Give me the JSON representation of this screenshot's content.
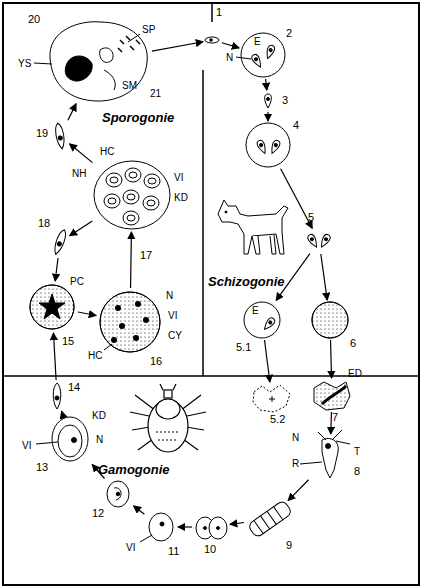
{
  "diagram": {
    "nodes": [
      {
        "text": [
          "1"
        ]
      },
      {
        "text": [
          "2",
          "N",
          "E"
        ]
      },
      {
        "text": [
          "3"
        ]
      },
      {
        "text": [
          "4"
        ]
      },
      {
        "text": [
          "5"
        ]
      },
      {
        "text": [
          "5.1",
          "E"
        ]
      },
      {
        "text": [
          "6"
        ]
      },
      {
        "text": [
          "5.2"
        ]
      },
      {
        "text": [
          "7",
          "ED"
        ]
      },
      {
        "text": [
          "8",
          "N",
          "T",
          "R"
        ]
      },
      {
        "text": [
          "9"
        ]
      },
      {
        "text": [
          "10"
        ]
      },
      {
        "text": [
          "11",
          "VI"
        ]
      },
      {
        "text": [
          "12"
        ]
      },
      {
        "text": [
          "13",
          "KD",
          "N",
          "VI"
        ]
      },
      {
        "text": [
          "14"
        ]
      },
      {
        "text": [
          "15",
          "PC"
        ]
      },
      {
        "text": [
          "16",
          "N",
          "VI",
          "CY",
          "HC"
        ]
      },
      {
        "text": [
          "17",
          "HC",
          "NH",
          "VI",
          "KD"
        ]
      },
      {
        "text": [
          "18"
        ]
      },
      {
        "text": [
          "19"
        ]
      },
      {
        "text": [
          "20",
          "YS",
          "SP",
          "NH",
          "SM",
          "21"
        ]
      }
    ],
    "edges": [
      {
        "from": 0,
        "to": 1,
        "arrow": "to"
      },
      {
        "from": 1,
        "to": 2,
        "arrow": "to"
      },
      {
        "from": 2,
        "to": 3,
        "arrow": "to"
      },
      {
        "from": 3,
        "to": 4,
        "arrow": "to"
      },
      {
        "from": 4,
        "to": 5,
        "arrow": "to"
      },
      {
        "from": 4,
        "to": 6,
        "arrow": "to"
      },
      {
        "from": 5,
        "to": 7,
        "arrow": "to"
      },
      {
        "from": 6,
        "to": 8,
        "arrow": "to"
      },
      {
        "from": 8,
        "to": 9,
        "arrow": "to"
      },
      {
        "from": 9,
        "to": 10,
        "arrow": "to"
      },
      {
        "from": 10,
        "to": 11,
        "arrow": "to"
      },
      {
        "from": 11,
        "to": 12,
        "arrow": "to"
      },
      {
        "from": 12,
        "to": 13,
        "arrow": "to"
      },
      {
        "from": 13,
        "to": 14,
        "arrow": "to"
      },
      {
        "from": 14,
        "to": 15,
        "arrow": "to"
      },
      {
        "from": 15,
        "to": 16,
        "arrow": "to"
      },
      {
        "from": 16,
        "to": 17,
        "arrow": "to"
      },
      {
        "from": 17,
        "to": 18,
        "arrow": "to"
      },
      {
        "from": 18,
        "to": 19,
        "arrow": "to"
      },
      {
        "from": 19,
        "to": 16,
        "arrow": "to"
      },
      {
        "from": 18,
        "to": 20,
        "arrow": "to"
      },
      {
        "from": 20,
        "to": 21,
        "arrow": "to"
      },
      {
        "from": 21,
        "to": 0,
        "arrow": "to"
      }
    ],
    "labels": [
      "Sporogonie",
      "Schizogonie",
      "Gamogonie"
    ]
  }
}
